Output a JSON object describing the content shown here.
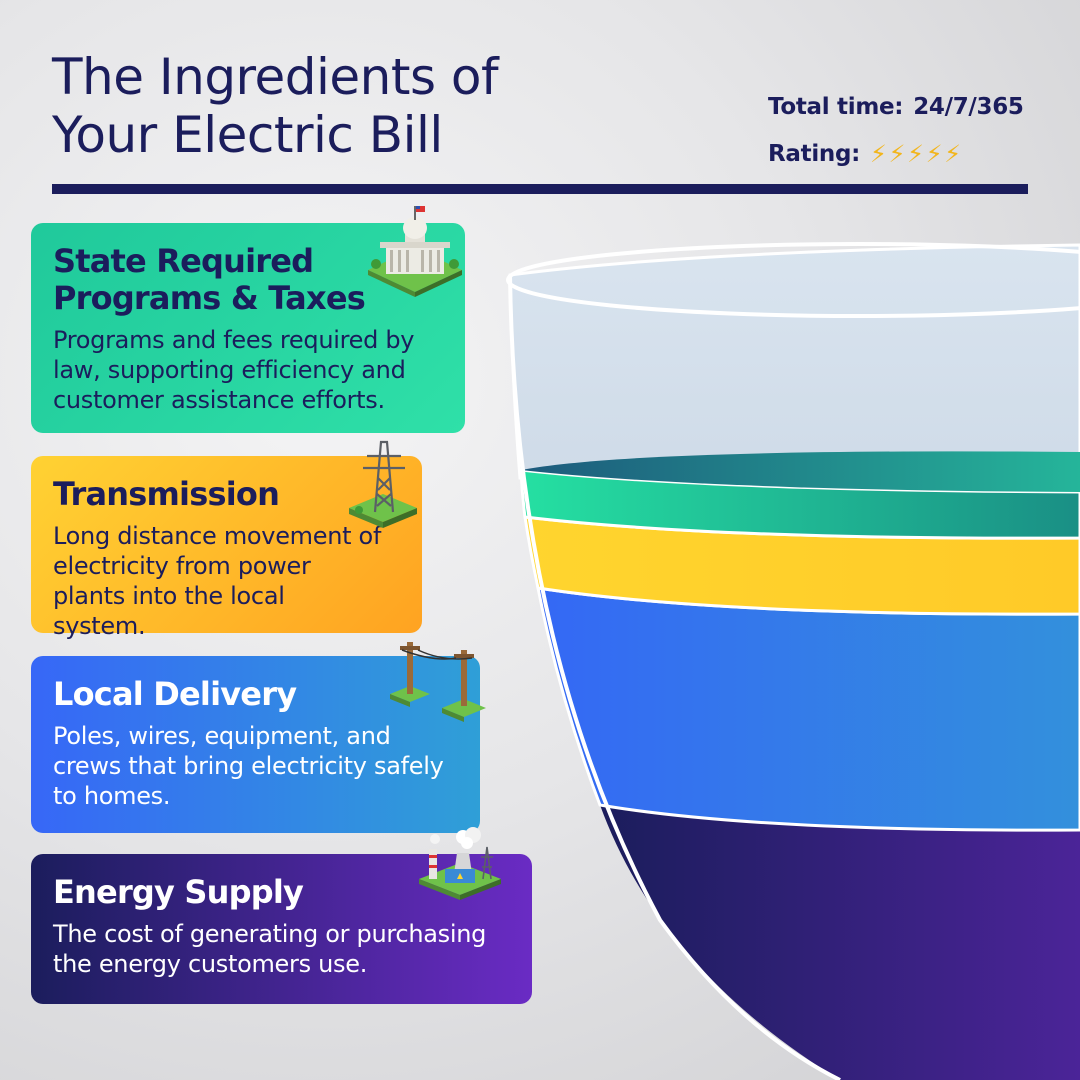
{
  "header": {
    "title_line1": "The Ingredients of",
    "title_line2": "Your Electric Bill",
    "total_time_label": "Total time:",
    "total_time_value": "24/7/365",
    "rating_label": "Rating:",
    "rating_icon": "lightning-bolt",
    "rating_count": 5
  },
  "cards": {
    "state": {
      "title": "State Required Programs & Taxes",
      "description": "Programs and fees required by law, supporting efficiency and customer assistance efforts.",
      "icon": "capitol-building-icon",
      "color": "#26d5a1"
    },
    "transmission": {
      "title": "Transmission",
      "description": "Long distance movement of electricity from power plants into the local system.",
      "icon": "transmission-tower-icon",
      "color": "#ffbb2a"
    },
    "local": {
      "title": "Local Delivery",
      "description": "Poles, wires, equipment, and crews that bring electricity safely to homes.",
      "icon": "utility-poles-icon",
      "color": "#3380e6"
    },
    "energy": {
      "title": "Energy Supply",
      "description": "The cost of generating or purchasing the energy customers use.",
      "icon": "power-plant-icon",
      "color": "#4b2498"
    }
  },
  "colors": {
    "navy": "#1b1d5c",
    "teal": "#26d5a1",
    "yellow": "#ffcf2b",
    "blue": "#3468f5",
    "purple": "#4b2498",
    "bowl_glass": "#d6e2ee"
  }
}
